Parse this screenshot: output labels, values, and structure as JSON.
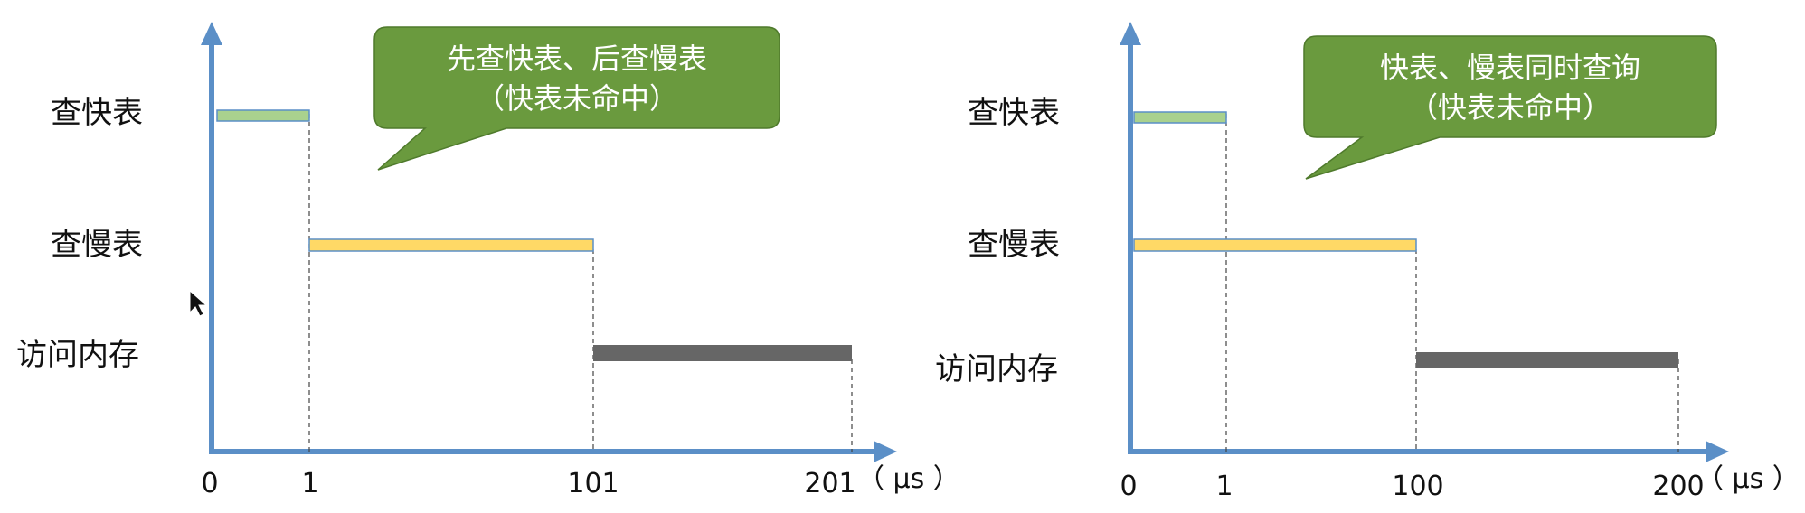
{
  "colors": {
    "axis": "#5b8fc7",
    "fast_bar_fill": "#a9d18e",
    "fast_bar_stroke": "#5b8fc7",
    "slow_bar_fill": "#ffd966",
    "slow_bar_stroke": "#5b8fc7",
    "memory_bar_fill": "#666666",
    "callout_fill": "#6a9a3e",
    "callout_stroke": "#4f7a2c",
    "callout_text": "#ffffff",
    "guide_line": "#444444"
  },
  "charts": [
    {
      "callout": {
        "line1": "先查快表、后查慢表",
        "line2": "（快表未命中）"
      },
      "rows": [
        {
          "label": "查快表",
          "start": 0,
          "end": 1,
          "kind": "fast"
        },
        {
          "label": "查慢表",
          "start": 1,
          "end": 101,
          "kind": "slow"
        },
        {
          "label": "访问内存",
          "start": 101,
          "end": 201,
          "kind": "memory"
        }
      ],
      "ticks": [
        "0",
        "1",
        "101",
        "201"
      ],
      "unit": "（ μs ）"
    },
    {
      "callout": {
        "line1": "快表、慢表同时查询",
        "line2": "（快表未命中）"
      },
      "rows": [
        {
          "label": "查快表",
          "start": 0,
          "end": 1,
          "kind": "fast"
        },
        {
          "label": "查慢表",
          "start": 0,
          "end": 100,
          "kind": "slow"
        },
        {
          "label": "访问内存",
          "start": 100,
          "end": 200,
          "kind": "memory"
        }
      ],
      "ticks": [
        "0",
        "1",
        "100",
        "200"
      ],
      "unit": "（ μs ）"
    }
  ]
}
